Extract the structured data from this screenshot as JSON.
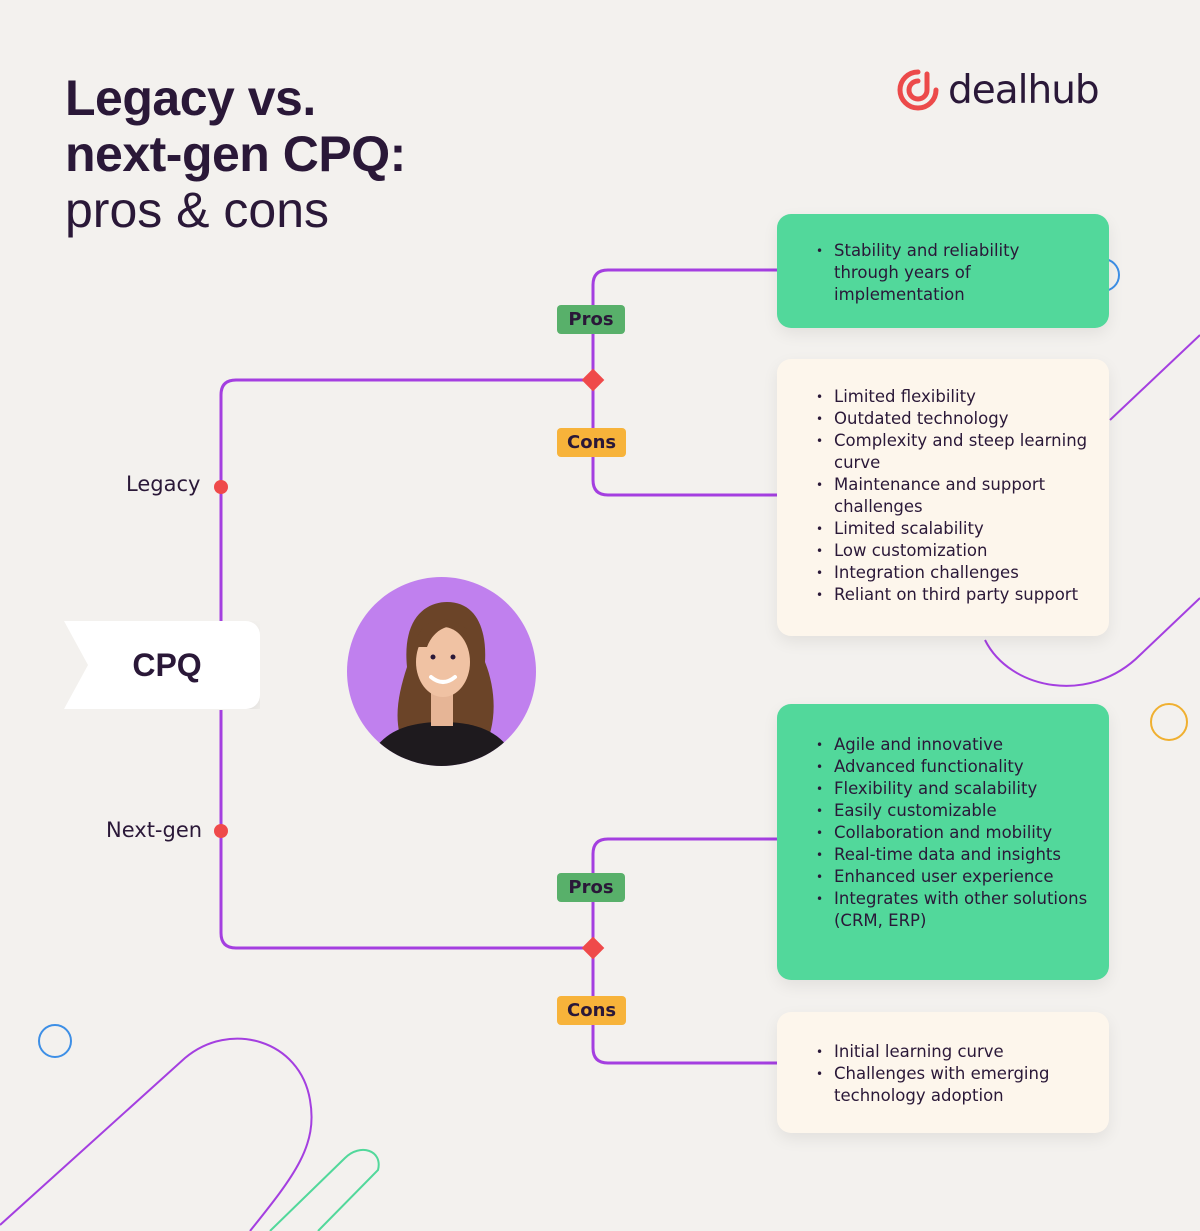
{
  "title": {
    "line1": "Legacy vs.",
    "line2": "next-gen CPQ:",
    "line3": "pros & cons"
  },
  "logo": {
    "text": "dealhub",
    "icon": "dealhub-logo-icon",
    "color": "#ec4a4a"
  },
  "root": {
    "label": "CPQ"
  },
  "branches": {
    "legacy": {
      "label": "Legacy",
      "pros": {
        "tag": "Pros",
        "items": [
          "Stability and reliability through years of implementation"
        ]
      },
      "cons": {
        "tag": "Cons",
        "items": [
          "Limited flexibility",
          "Outdated technology",
          "Complexity and steep learning curve",
          "Maintenance and support challenges",
          "Limited scalability",
          "Low customization",
          "Integration challenges",
          "Reliant on third party support"
        ]
      }
    },
    "nextgen": {
      "label": "Next-gen",
      "pros": {
        "tag": "Pros",
        "items": [
          "Agile and innovative",
          "Advanced functionality",
          "Flexibility and scalability",
          "Easily customizable",
          "Collaboration and mobility",
          "Real-time data and insights",
          "Enhanced user experience",
          "Integrates with other solutions (CRM, ERP)"
        ]
      },
      "cons": {
        "tag": "Cons",
        "items": [
          "Initial learning curve",
          "Challenges with emerging technology adoption"
        ]
      }
    }
  },
  "colors": {
    "background": "#f3f1ee",
    "connector": "#a43fe0",
    "node": "#ef4a4a",
    "pros_tag": "#58b06a",
    "cons_tag": "#f7b33a",
    "pros_card": "#52d89b",
    "cons_card": "#fdf6ec",
    "avatar_bg": "#c080ee"
  }
}
